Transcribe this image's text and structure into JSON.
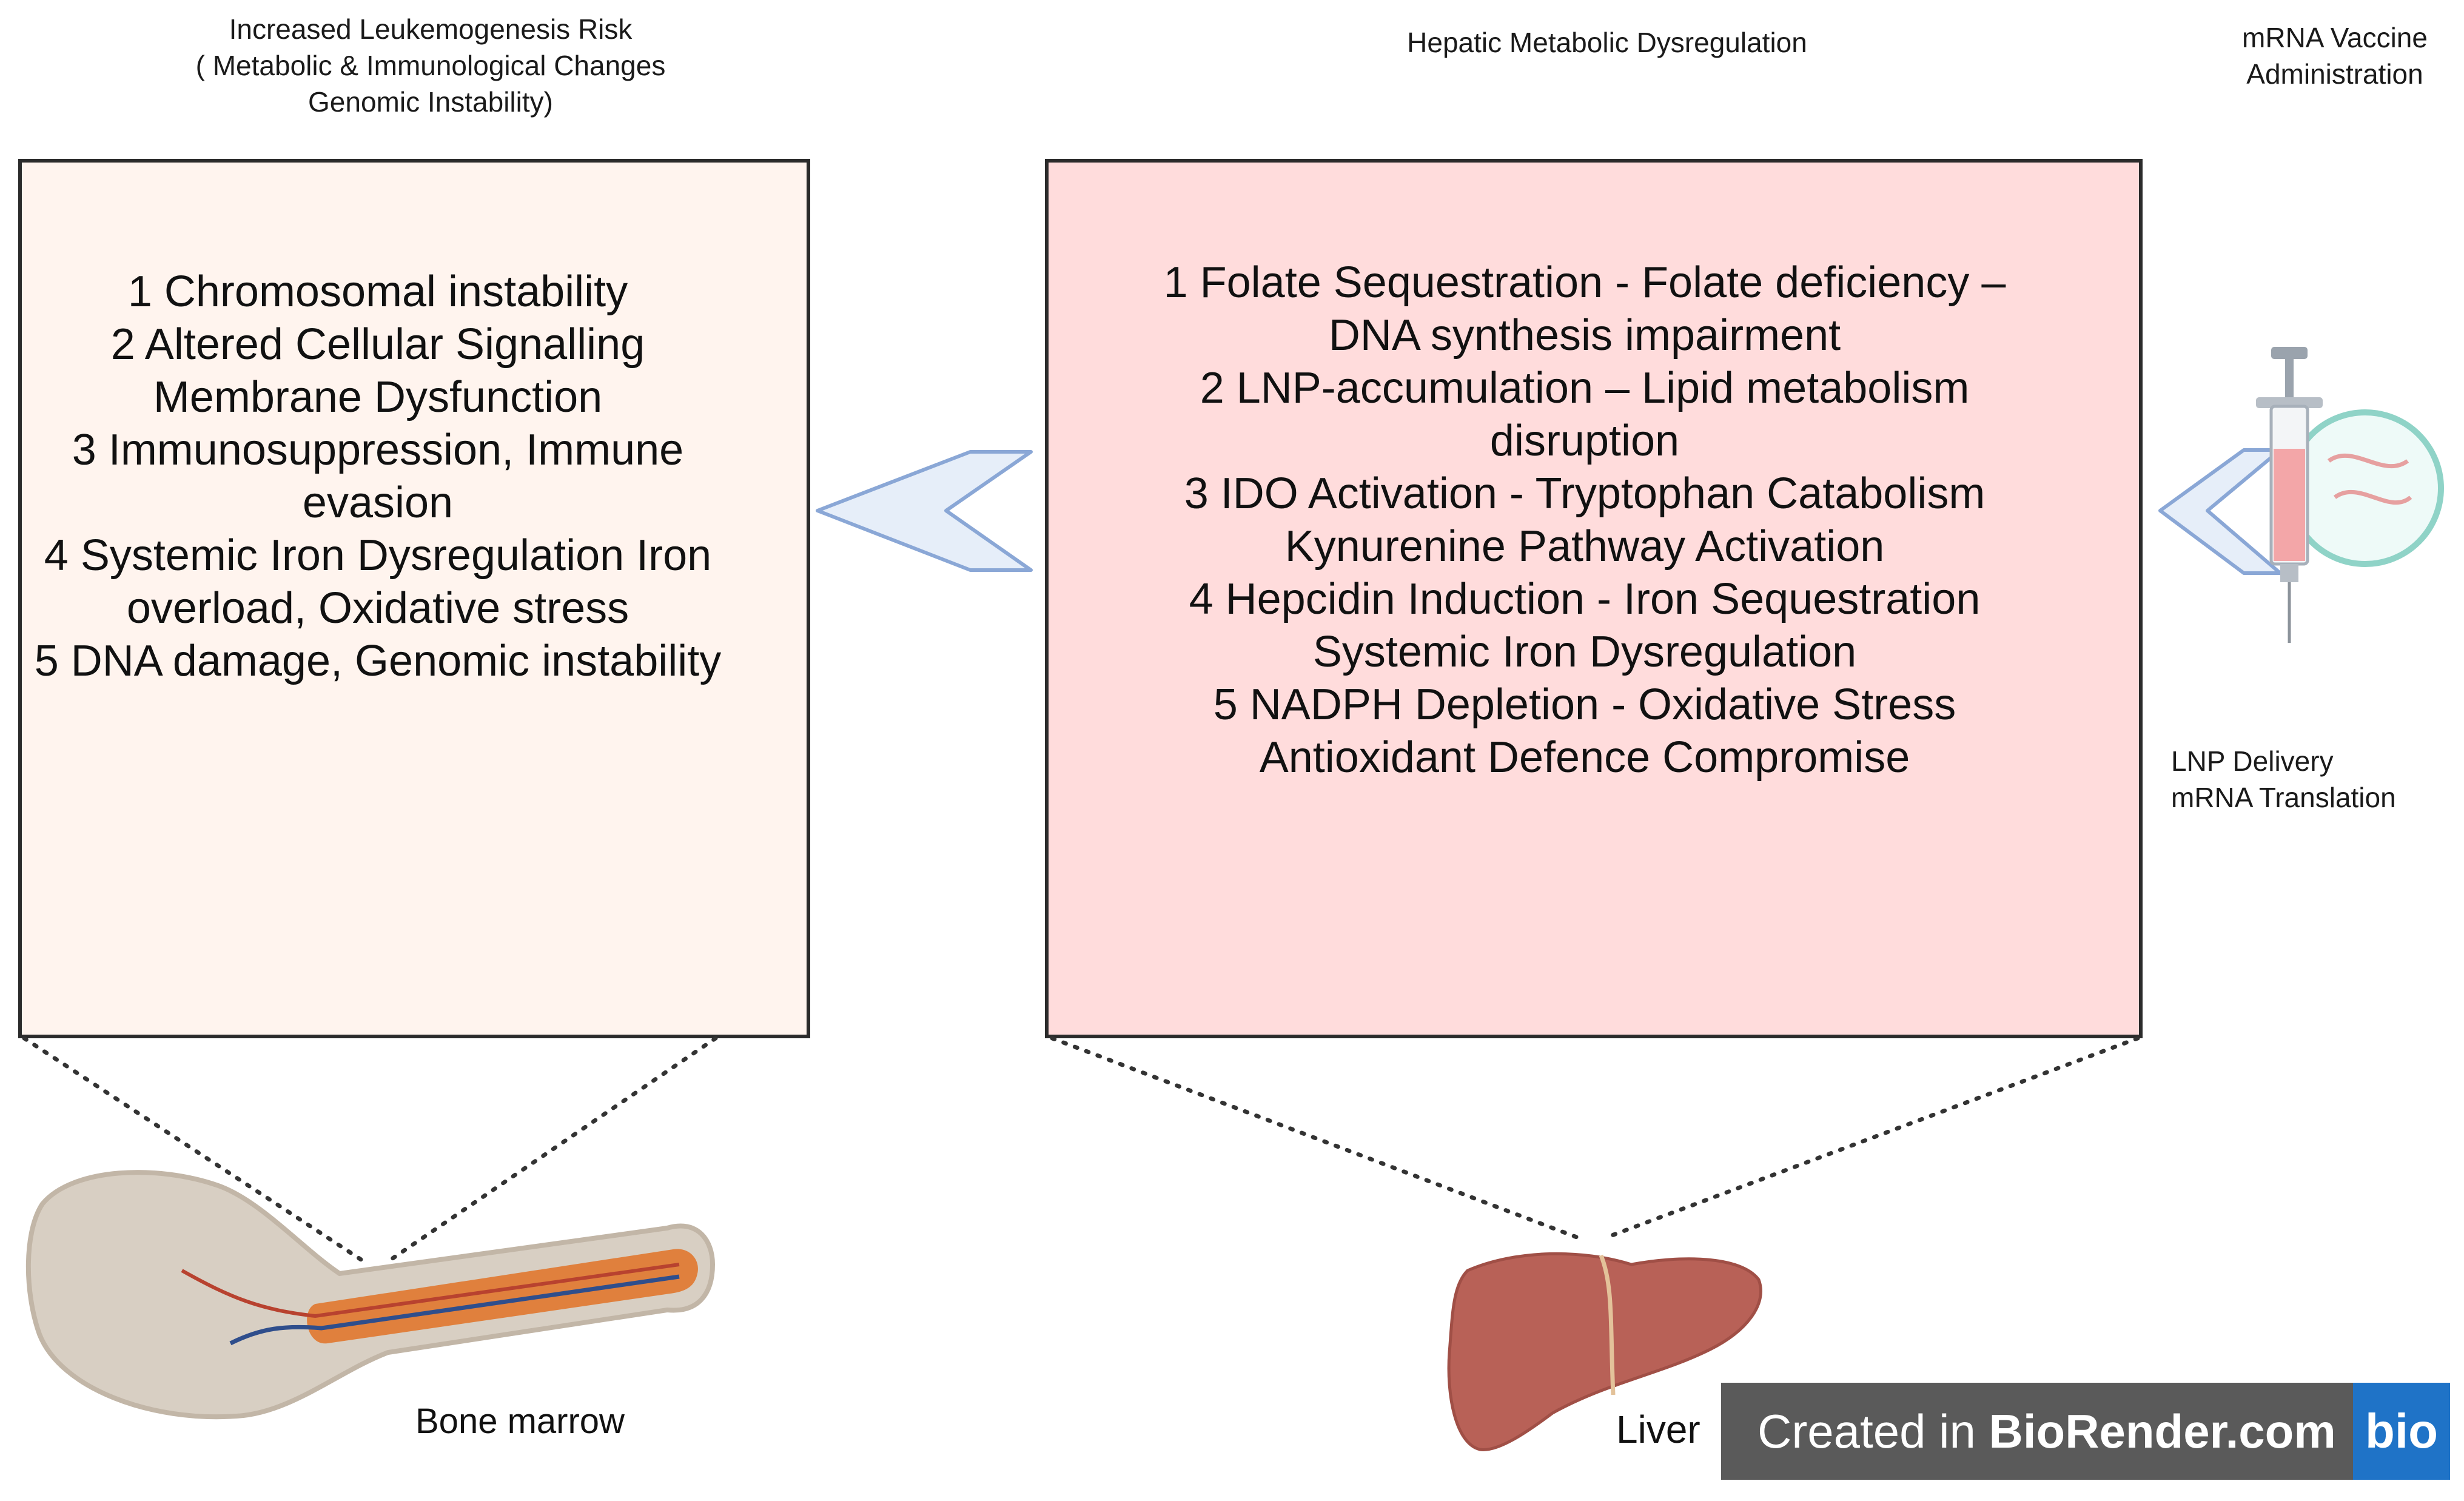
{
  "headers": {
    "left": [
      "Increased Leukemogenesis Risk",
      "( Metabolic & Immunological Changes",
      "Genomic Instability)"
    ],
    "middle": [
      "Hepatic Metabolic Dysregulation"
    ],
    "right": [
      "mRNA Vaccine",
      "Administration"
    ]
  },
  "left_box": {
    "lines": [
      "1 Chromosomal instability",
      "2 Altered Cellular Signalling",
      "Membrane Dysfunction",
      "3 Immunosuppression, Immune",
      "evasion",
      "4 Systemic Iron Dysregulation  Iron",
      "overload, Oxidative stress",
      "5 DNA damage, Genomic instability"
    ]
  },
  "middle_box": {
    "lines": [
      "1 Folate Sequestration - Folate deficiency –",
      "DNA synthesis impairment",
      "2 LNP-accumulation – Lipid metabolism",
      "disruption",
      "3 IDO Activation - Tryptophan Catabolism",
      "Kynurenine Pathway Activation",
      "4  Hepcidin Induction - Iron Sequestration",
      "Systemic Iron Dysregulation",
      "5  NADPH Depletion - Oxidative Stress",
      "Antioxidant Defence Compromise"
    ]
  },
  "delivery": [
    "LNP Delivery",
    "mRNA Translation"
  ],
  "labels": {
    "bone_marrow": "Bone marrow",
    "liver": "Liver"
  },
  "badge": {
    "prefix": "Created in ",
    "brand": "BioRender.com",
    "logo": "bio"
  },
  "colors": {
    "left_box_fill": "#fff4ee",
    "middle_box_fill": "#ffdcdc",
    "arrow_fill": "#e6eef9",
    "arrow_stroke": "#8aa7d6",
    "liver": "#b86157",
    "marrow": "#e0803d",
    "bone": "#d8cfc3"
  }
}
